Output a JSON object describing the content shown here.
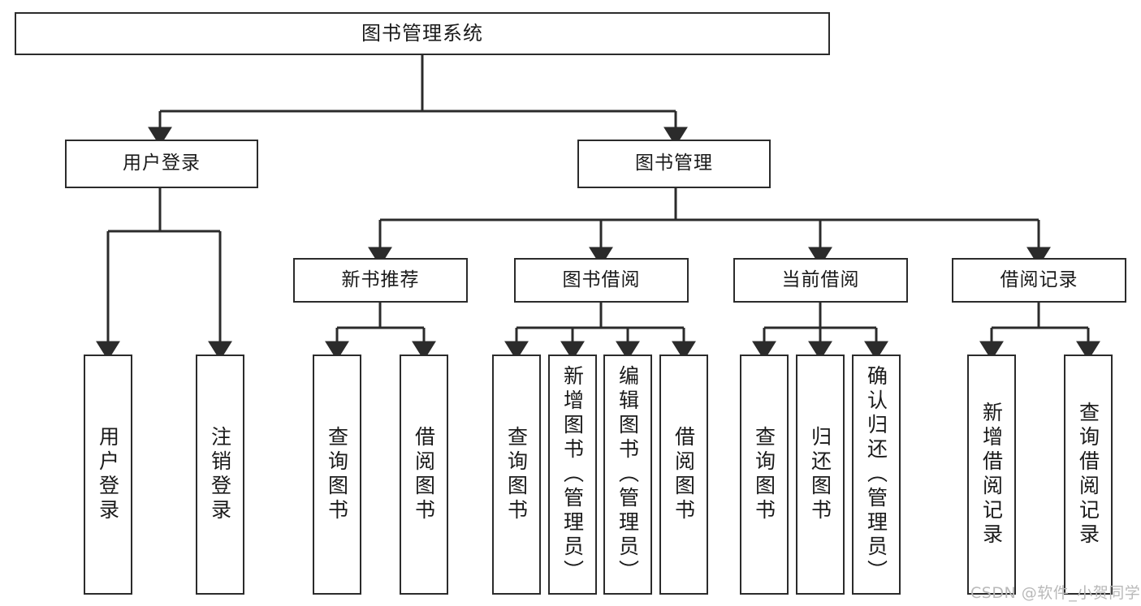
{
  "diagram": {
    "title": "图书管理系统",
    "type": "tree-hierarchy",
    "colors": {
      "box_border": "#2b2b2b",
      "box_fill": "#ffffff",
      "connector": "#2b2b2b",
      "text": "#1a1a1a",
      "watermark": "#b9b9b9",
      "background": "#ffffff"
    },
    "levels": {
      "root": "图书管理系统",
      "level2": [
        "用户登录",
        "图书管理"
      ],
      "level3": [
        "新书推荐",
        "图书借阅",
        "当前借阅",
        "借阅记录"
      ]
    },
    "nodes": {
      "root": {
        "label": "图书管理系统"
      },
      "user_login": {
        "label": "用户登录"
      },
      "book_manage": {
        "label": "图书管理"
      },
      "new_book_rec": {
        "label": "新书推荐"
      },
      "book_borrow": {
        "label": "图书借阅"
      },
      "current_borrow": {
        "label": "当前借阅"
      },
      "borrow_record": {
        "label": "借阅记录"
      },
      "leaf_user_login": {
        "label": "用户登录"
      },
      "leaf_logout": {
        "label": "注销登录"
      },
      "leaf_query_book_1": {
        "label": "查询图书"
      },
      "leaf_borrow_book_1": {
        "label": "借阅图书"
      },
      "leaf_query_book_2": {
        "label": "查询图书"
      },
      "leaf_add_book": {
        "label": "新增图书（管理员）"
      },
      "leaf_edit_book": {
        "label": "编辑图书（管理员）"
      },
      "leaf_borrow_book_2": {
        "label": "借阅图书"
      },
      "leaf_query_book_3": {
        "label": "查询图书"
      },
      "leaf_return_book": {
        "label": "归还图书"
      },
      "leaf_confirm_return": {
        "label": "确认归还（管理员）"
      },
      "leaf_add_record": {
        "label": "新增借阅记录"
      },
      "leaf_query_record": {
        "label": "查询借阅记录"
      }
    },
    "watermark": "CSDN @软件_小贺同学"
  }
}
